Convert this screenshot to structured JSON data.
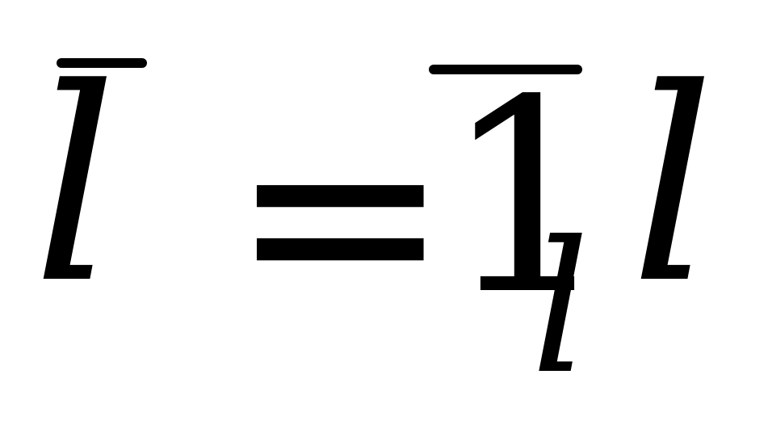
{
  "equation": {
    "lhs_symbol": "l",
    "equals": "=",
    "rhs_unit": "1",
    "rhs_subscript": "l",
    "rhs_symbol": "l"
  }
}
